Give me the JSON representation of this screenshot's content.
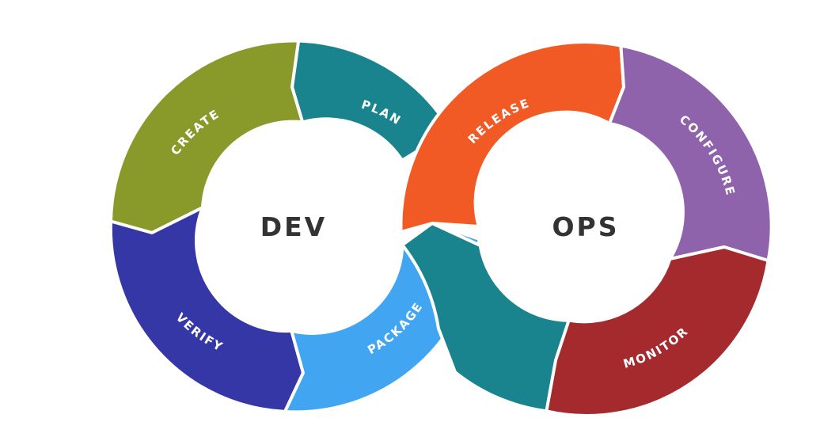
{
  "dev": {
    "title": "DEV",
    "segments": [
      {
        "key": "plan",
        "label": "PLAN",
        "color": "#1A848E"
      },
      {
        "key": "create",
        "label": "CREATE",
        "color": "#8A9A2A"
      },
      {
        "key": "verify",
        "label": "VERIFY",
        "color": "#3637A6"
      },
      {
        "key": "package",
        "label": "PACKAGE",
        "color": "#42A5F2"
      }
    ]
  },
  "ops": {
    "title": "OPS",
    "segments": [
      {
        "key": "release",
        "label": "RELEASE",
        "color": "#F15A24"
      },
      {
        "key": "configure",
        "label": "CONFIGURE",
        "color": "#8F63AB"
      },
      {
        "key": "monitor",
        "label": "MONITOR",
        "color": "#A52A2E"
      },
      {
        "key": "transition",
        "label": "",
        "color": "#1A848E"
      }
    ]
  },
  "colors": {
    "background": "#FFFFFF",
    "center_fill": "#FFFFFF",
    "center_text": "#333333"
  }
}
